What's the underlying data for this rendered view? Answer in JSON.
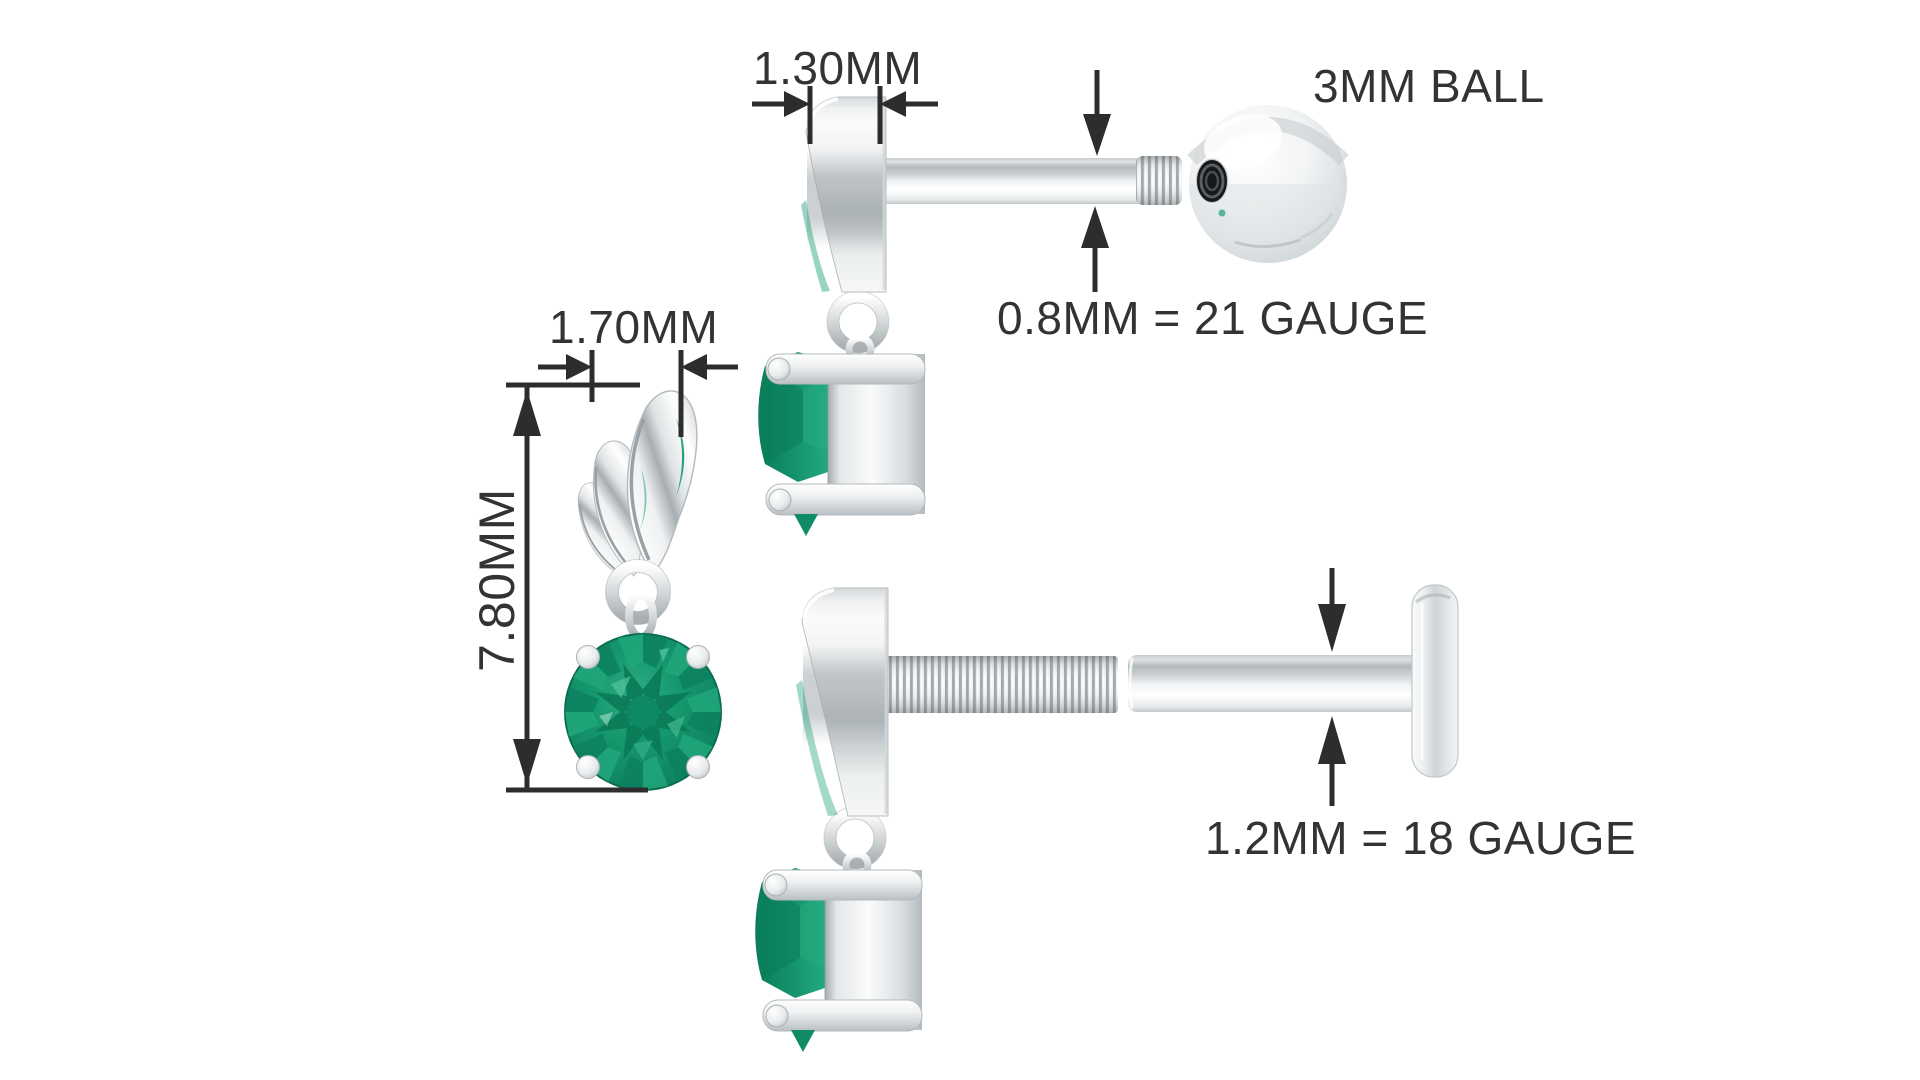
{
  "diagram": {
    "front_view": {
      "width_label": "1.70MM",
      "height_label": "7.80MM"
    },
    "ball_back_view": {
      "head_width_label": "1.30MM",
      "ball_label": "3MM BALL",
      "gauge_label": "0.8MM = 21 GAUGE"
    },
    "labret_view": {
      "gauge_label": "1.2MM = 18 GAUGE"
    }
  },
  "colors": {
    "background": "#ffffff",
    "annotation_text": "#333333",
    "dimension_lines": "#2d2d2d",
    "emerald_green": "#13976e",
    "emerald_dark": "#0a7a57",
    "emerald_light": "#4fc29a",
    "metal_silver": "#c9ced1",
    "metal_highlight": "#ffffff"
  }
}
